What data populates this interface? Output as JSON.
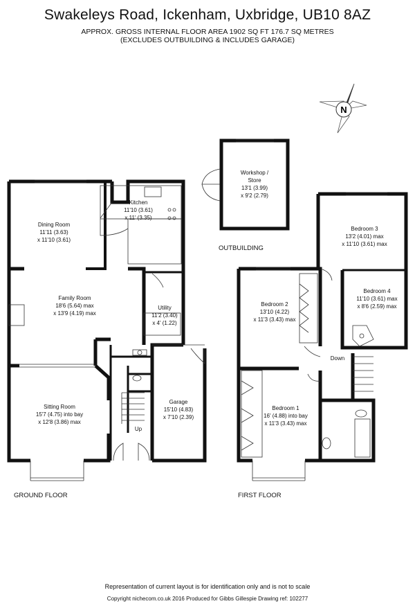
{
  "header": {
    "title": "Swakeleys Road, Ickenham, Uxbridge, UB10 8AZ",
    "area_line": "APPROX. GROSS INTERNAL FLOOR AREA 1902 SQ FT 176.7 SQ METRES",
    "note_line": "(EXCLUDES OUTBUILDING & INCLUDES GARAGE)"
  },
  "compass": {
    "letter": "N",
    "icon": "compass-icon"
  },
  "ground_floor": {
    "label": "GROUND FLOOR",
    "rooms": {
      "dining": {
        "name": "Dining Room",
        "dim1": "11'11 (3.63)",
        "dim2": "x 11'10 (3.61)"
      },
      "kitchen": {
        "name": "Kitchen",
        "dim1": "11'10 (3.61)",
        "dim2": "x 11' (3.35)"
      },
      "family": {
        "name": "Family Room",
        "dim1": "18'6 (5.64) max",
        "dim2": "x 13'9 (4.19) max"
      },
      "utility": {
        "name": "Utility",
        "dim1": "11'2 (3.40)",
        "dim2": "x 4' (1.22)"
      },
      "sitting": {
        "name": "Sitting Room",
        "dim1": "15'7 (4.75) into bay",
        "dim2": "x 12'8 (3.86) max"
      },
      "garage": {
        "name": "Garage",
        "dim1": "15'10 (4.83)",
        "dim2": "x 7'10 (2.39)"
      }
    },
    "stairs_label": "Up"
  },
  "outbuilding": {
    "label": "OUTBUILDING",
    "room": {
      "name1": "Workshop /",
      "name2": "Store",
      "dim1": "13'1 (3.99)",
      "dim2": "x 9'2 (2.79)"
    }
  },
  "first_floor": {
    "label": "FIRST FLOOR",
    "rooms": {
      "bedroom3": {
        "name": "Bedroom 3",
        "dim1": "13'2 (4.01) max",
        "dim2": "x 11'10 (3.61) max"
      },
      "bedroom4": {
        "name": "Bedroom 4",
        "dim1": "11'10 (3.61) max",
        "dim2": "x 8'6 (2.59) max"
      },
      "bedroom2": {
        "name": "Bedroom 2",
        "dim1": "13'10 (4.22)",
        "dim2": "x 11'3 (3.43) max"
      },
      "bedroom1": {
        "name": "Bedroom 1",
        "dim1": "16' (4.88) into bay",
        "dim2": "x 11'3 (3.43) max"
      }
    },
    "stairs_label": "Down"
  },
  "footer": {
    "disclaimer": "Representation of current layout is for identification only and is not to scale",
    "copyright": "Copyright nichecom.co.uk 2016  Produced for Gibbs Gillespie  Drawing ref:  102277"
  }
}
